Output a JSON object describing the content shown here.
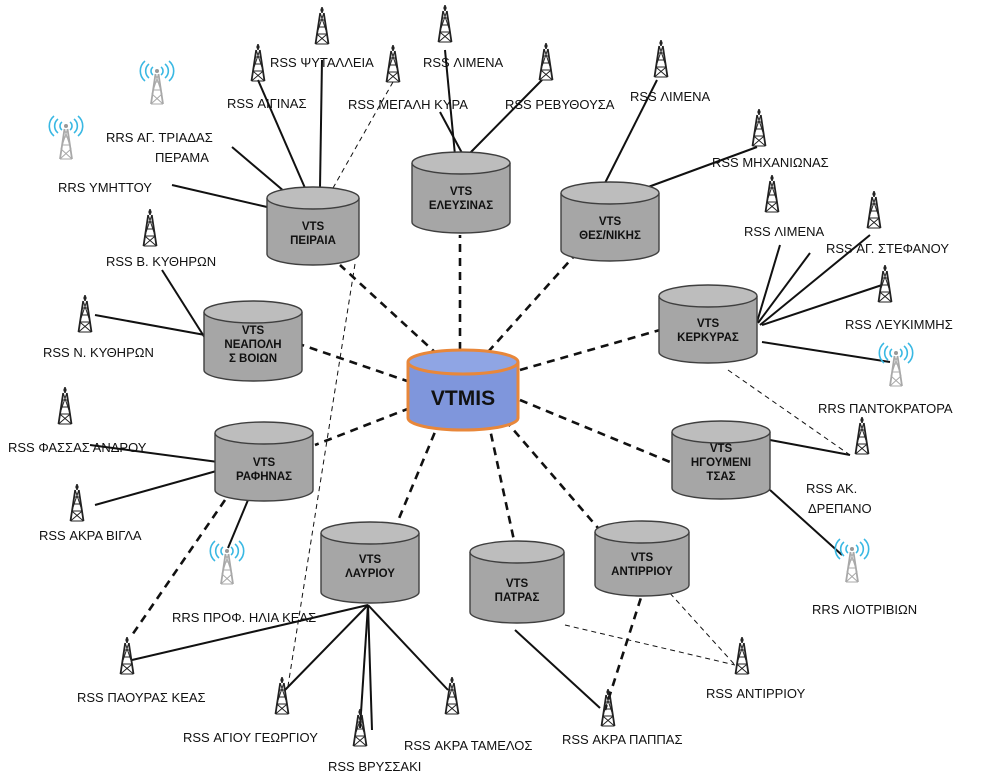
{
  "hub": {
    "label": "VTMIS",
    "fill": "#7f96dc",
    "border": "#e8873a"
  },
  "vts_centers": [
    {
      "id": "peiraia",
      "lines": [
        "VTS",
        "ΠΕΙΡΑΙΑ"
      ]
    },
    {
      "id": "elefsinas",
      "lines": [
        "VTS",
        "ΕΛΕΥΣΙΝΑΣ"
      ]
    },
    {
      "id": "thessaloniki",
      "lines": [
        "VTS",
        "ΘΕΣ/ΝΙΚΗΣ"
      ]
    },
    {
      "id": "kerkyras",
      "lines": [
        "VTS",
        "ΚΕΡΚΥΡΑΣ"
      ]
    },
    {
      "id": "igoumenitsas",
      "lines": [
        "VTS",
        "ΗΓΟΥΜΕΝΙ",
        "ΤΣΑΣ"
      ]
    },
    {
      "id": "antirriou",
      "lines": [
        "VTS",
        "ΑΝΤΙΡΡΙΟΥ"
      ]
    },
    {
      "id": "patras",
      "lines": [
        "VTS",
        "ΠΑΤΡΑΣ"
      ]
    },
    {
      "id": "lavriou",
      "lines": [
        "VTS",
        "ΛΑΥΡΙΟΥ"
      ]
    },
    {
      "id": "rafinas",
      "lines": [
        "VTS",
        "ΡΑΦΗΝΑΣ"
      ]
    },
    {
      "id": "neapolis",
      "lines": [
        "VTS",
        "ΝΕΑΠΟΛΗ",
        "Σ ΒΟΙΩΝ"
      ]
    }
  ],
  "stations": {
    "rss_psyttaleia": "RSS ΨΥΤΑΛΛΕΙΑ",
    "rss_limena_top": "RSS ΛΙΜΕΝΑ",
    "rss_aiginas": "RSS ΑΙΓΙΝΑΣ",
    "rss_megali_kyra": "RSS ΜΕΓΑΛΗ ΚΥΡΑ",
    "rss_revythousa": "RSS ΡΕΒΥΘΟΥΣΑ",
    "rss_limena_thess": "RSS ΛΙΜΕΝΑ",
    "rrs_ag_triadas_1": "RRS ΑΓ. ΤΡΙΑΔΑΣ",
    "rrs_ag_triadas_2": "ΠΕΡΑΜΑ",
    "rrs_ymittou": "RRS ΥΜΗΤΤΟΥ",
    "rss_michanionas": "RSS ΜΗΧΑΝΙΩΝΑΣ",
    "rss_limena_kerk": "RSS ΛΙΜΕΝΑ",
    "rss_ag_stefanou": "RSS ΑΓ. ΣΤΕΦΑΝΟΥ",
    "rss_v_kythiron": "RSS Β. ΚΥΘΗΡΩΝ",
    "rss_lefkimmis": "RSS ΛΕΥΚΙΜΜΗΣ",
    "rss_n_kythiron": "RSS Ν. ΚΥΘΗΡΩΝ",
    "rrs_pantokratora": "RRS ΠΑΝΤΟΚΡΑΤΟΡΑ",
    "rss_fassas": "RSS ΦΑΣΣΑΣ ΑΝΔΡΟΥ",
    "rss_ak_drepano_1": "RSS ΑΚ.",
    "rss_ak_drepano_2": "ΔΡΕΠΑΝΟ",
    "rss_akra_vigla": "RSS ΑΚΡΑ ΒΙΓΛΑ",
    "rrs_liotrivion": "RRS ΛΙΟΤΡΙΒΙΩΝ",
    "rrs_prof_ilia": "RRS ΠΡΟΦ. ΗΛΙΑ ΚΕΑΣ",
    "rss_paouras": "RSS ΠΑΟΥΡΑΣ ΚΕΑΣ",
    "rss_antirriou": "RSS ΑΝΤΙΡΡΙΟΥ",
    "rss_agiou_georgiou": "RSS ΑΓΙΟΥ ΓΕΩΡΓΙΟΥ",
    "rss_akra_tamelos": "RSS ΑΚΡΑ ΤΑΜΕΛΟΣ",
    "rss_akra_pappas": "RSS ΑΚΡΑ ΠΑΠΠΑΣ",
    "rss_vryssaki": "RSS ΒΡΥΣΣΑΚΙ"
  },
  "icons": {
    "rss": "lattice-tower-icon",
    "rrs": "radio-relay-tower-icon"
  },
  "colors": {
    "cylinder": "#a6a6a6",
    "cylinder_top": "#bdbdbd",
    "cylinder_stroke": "#3f3f3f",
    "line": "#111111",
    "radio_waves": "#39b8e3"
  }
}
